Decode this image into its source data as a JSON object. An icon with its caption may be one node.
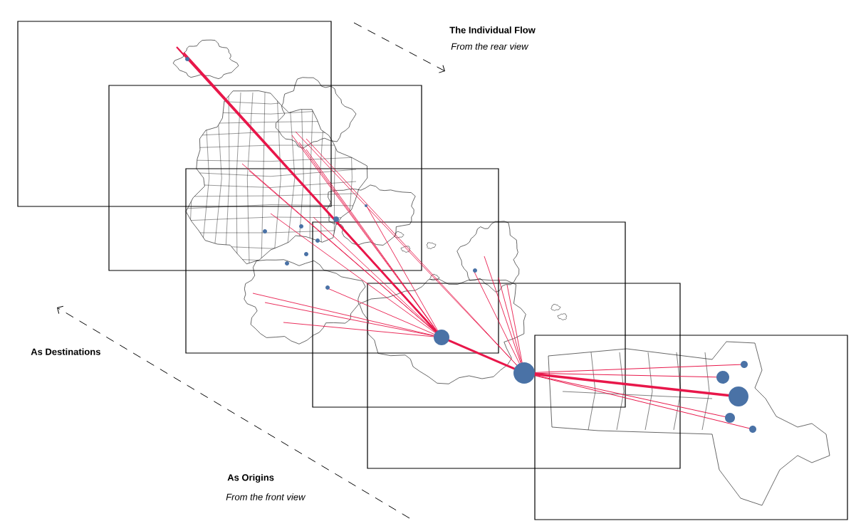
{
  "diagram": {
    "labels": [
      "The Individual Flow",
      "From the rear view",
      "As Destinations",
      "As Origins",
      "From the front view"
    ]
  }
}
